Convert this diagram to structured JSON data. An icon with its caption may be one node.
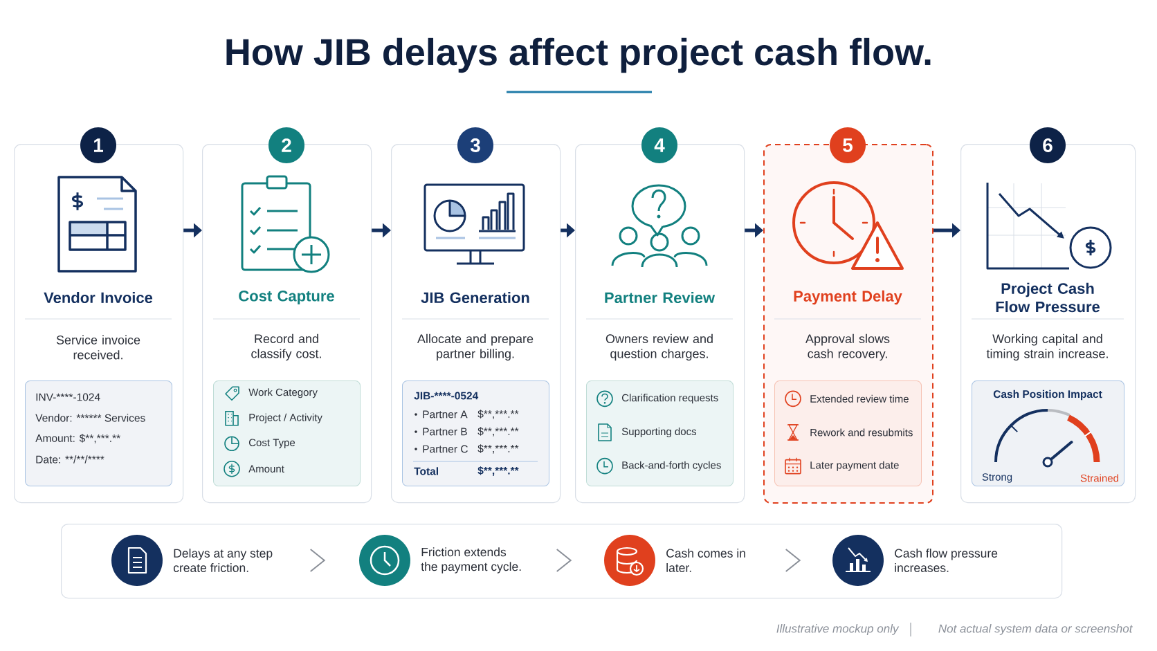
{
  "diagram": {
    "title": "How JIB delays affect project cash flow.",
    "nodes": [
      {
        "text": [
          "1",
          "Vendor Invoice",
          "Service invoice received."
        ]
      },
      {
        "text": [
          "INV-****-1024",
          "Vendor: ****** Services",
          "Amount: $**,***.**",
          "Date: **/**/****"
        ],
        "in": 0
      },
      {
        "text": [
          "2",
          "Cost Capture",
          "Record and classify cost."
        ]
      },
      {
        "text": [
          "Work Category",
          "Project / Activity",
          "Cost Type",
          "Amount"
        ],
        "in": 2
      },
      {
        "text": [
          "3",
          "JIB Generation",
          "Allocate and prepare partner billing."
        ]
      },
      {
        "text": [
          "JIB-****-0524",
          "Partner A",
          "$**,***.**",
          "Partner B",
          "$**,***.**",
          "Partner C",
          "$**,***.**",
          "Total",
          "$**,***.**"
        ],
        "in": 4
      },
      {
        "text": [
          "4",
          "Partner Review",
          "Owners review and question charges."
        ]
      },
      {
        "text": [
          "Clarification requests",
          "Supporting docs",
          "Back-and-forth cycles"
        ],
        "in": 6
      },
      {
        "text": [
          "5",
          "Payment Delay",
          "Approval slows cash recovery."
        ]
      },
      {
        "text": [
          "Extended review time",
          "Rework and resubmits",
          "Later payment date"
        ],
        "in": 8
      },
      {
        "text": [
          "6",
          "Project Cash Flow Pressure",
          "Working capital and timing strain increase."
        ]
      },
      {
        "text": [
          "Cash Position Impact",
          "Strong",
          "Strained"
        ],
        "in": 10
      },
      {
        "text": [],
        "shape": "box"
      },
      {
        "text": [
          "Delays at any step create friction."
        ],
        "in": 12
      },
      {
        "text": [
          "Friction extends the payment cycle."
        ],
        "in": 12
      },
      {
        "text": [
          "Cash comes in later."
        ],
        "in": 12
      },
      {
        "text": [
          "Cash flow pressure increases."
        ],
        "in": 12
      }
    ],
    "edges": [
      {
        "from": 0,
        "to": 2,
        "arrow": "to"
      },
      {
        "from": 2,
        "to": 4,
        "arrow": "to"
      },
      {
        "from": 4,
        "to": 6,
        "arrow": "to"
      },
      {
        "from": 6,
        "to": 8,
        "arrow": "to"
      },
      {
        "from": 8,
        "to": 10,
        "arrow": "to"
      },
      {
        "from": 13,
        "to": 14,
        "arrow": "to",
        "color": "#8a8f98"
      },
      {
        "from": 14,
        "to": 15,
        "arrow": "to",
        "color": "#8a8f98"
      },
      {
        "from": 15,
        "to": 16,
        "arrow": "to",
        "color": "#8a8f98"
      }
    ],
    "labels": [
      "Illustrative mockup only",
      "Not actual system data or screenshot"
    ]
  }
}
